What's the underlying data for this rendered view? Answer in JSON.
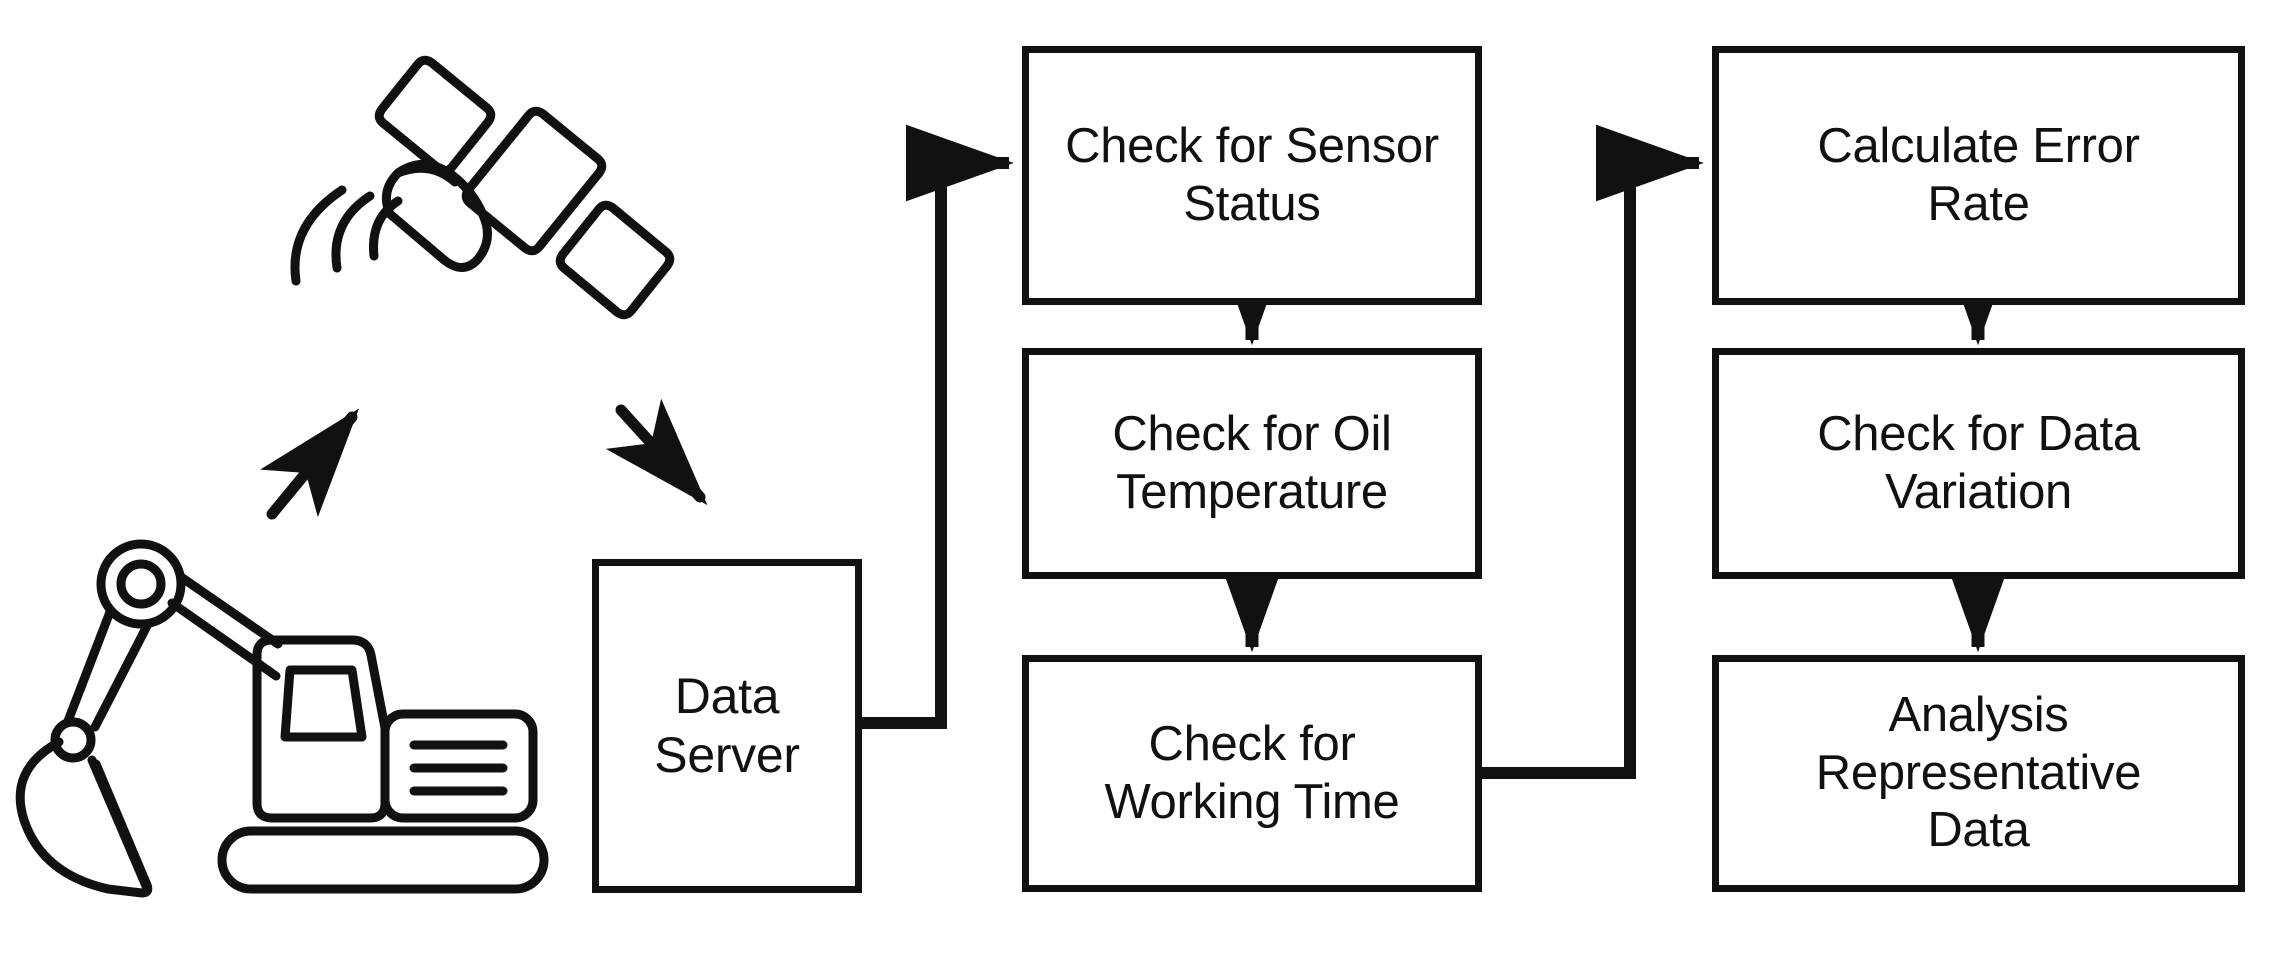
{
  "diagram": {
    "title": "Machine telemetry data validation pipeline",
    "background_color": "#ffffff",
    "stroke_color": "#111111",
    "icons": [
      {
        "id": "excavator",
        "name": "excavator-icon",
        "description": "Construction excavator with boom, bucket, cab and track"
      },
      {
        "id": "satellite",
        "name": "satellite-icon",
        "description": "Satellite with two solar panel wings, dish antenna and signal waves"
      }
    ],
    "nodes": [
      {
        "id": "data-server",
        "label": "Data\nServer"
      },
      {
        "id": "sensor-status",
        "label": "Check for Sensor\nStatus"
      },
      {
        "id": "oil-temp",
        "label": "Check for Oil\nTemperature"
      },
      {
        "id": "working-time",
        "label": "Check for\nWorking Time"
      },
      {
        "id": "error-rate",
        "label": "Calculate Error\nRate"
      },
      {
        "id": "data-variation",
        "label": "Check for Data\nVariation"
      },
      {
        "id": "analysis",
        "label": "Analysis\nRepresentative\nData"
      }
    ],
    "connectors": [
      {
        "id": "excavator-to-satellite",
        "from": "excavator",
        "to": "satellite",
        "style": "diagonal-arrow"
      },
      {
        "id": "satellite-to-server",
        "from": "satellite",
        "to": "data-server",
        "style": "diagonal-arrow"
      },
      {
        "id": "server-to-sensor",
        "from": "data-server",
        "to": "sensor-status",
        "style": "elbow-arrow"
      },
      {
        "id": "sensor-to-oil",
        "from": "sensor-status",
        "to": "oil-temp",
        "style": "vertical-arrow"
      },
      {
        "id": "oil-to-working",
        "from": "oil-temp",
        "to": "working-time",
        "style": "vertical-arrow"
      },
      {
        "id": "working-to-error",
        "from": "working-time",
        "to": "error-rate",
        "style": "elbow-arrow"
      },
      {
        "id": "error-to-variation",
        "from": "error-rate",
        "to": "data-variation",
        "style": "vertical-arrow"
      },
      {
        "id": "variation-to-analysis",
        "from": "data-variation",
        "to": "analysis",
        "style": "vertical-arrow"
      }
    ]
  }
}
